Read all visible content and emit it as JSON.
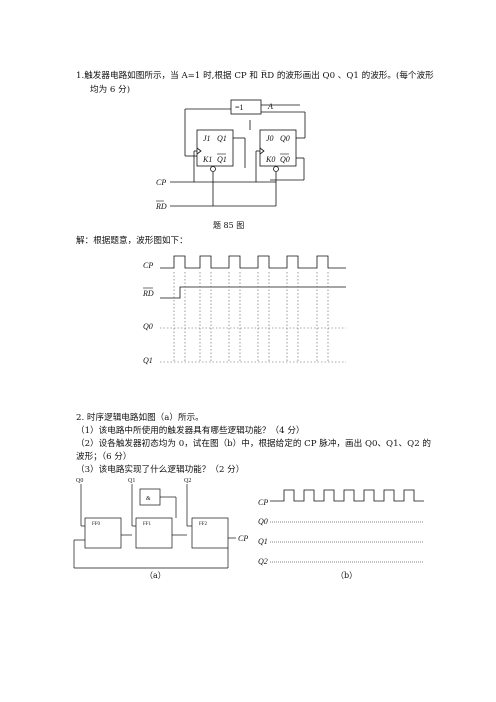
{
  "q1": {
    "line1": "1.触发器电路如图所示，当 A=1 时,根据 CP 和 R̅D 的波形画出 Q0 、Q1 的波形。(每个波形",
    "line2": "均为 6 分)",
    "figure_caption": "题 85 图",
    "answer": "解：根据题意，波形图如下：",
    "labels": {
      "xor": "=1",
      "a": "A",
      "j1": "J1",
      "q1": "Q1",
      "k1": "K1",
      "q1b": "Q1",
      "j0": "J0",
      "q0": "Q0",
      "k0": "K0",
      "q0b": "Q0",
      "cp": "CP",
      "rd": "RD"
    },
    "waves": {
      "cp": "CP",
      "rd": "RD",
      "q0": "Q0",
      "q1": "Q1"
    }
  },
  "q2": {
    "title": "2. 时序逻辑电路如图（a）所示。",
    "item1": "（1）该电路中所使用的触发器具有哪些逻辑功能？（4 分）",
    "item2a": "（2）设各触发器初态均为 0，试在图（b）中，根据给定的 CP 脉冲，画出 Q0、Q1、Q2 的",
    "item2b": "波形；（6 分）",
    "item3": "（3）该电路实现了什么逻辑功能？（2 分）",
    "fig_a_caption": "（a）",
    "fig_b_caption": "（b）",
    "labels_a": {
      "q0": "Q0",
      "q1": "Q1",
      "q2": "Q2",
      "and_gate": "&",
      "ff0": "FF0",
      "ff1": "FF1",
      "ff2": "FF2",
      "cp": "CP"
    },
    "labels_b": {
      "cp": "CP",
      "q0": "Q0",
      "q1": "Q1",
      "q2": "Q2"
    }
  }
}
